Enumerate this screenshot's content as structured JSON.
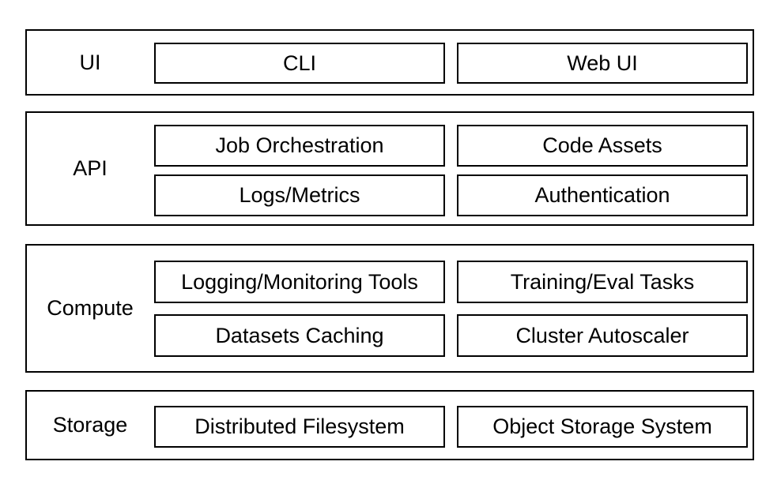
{
  "layers": [
    {
      "label": "UI",
      "boxes": [
        "CLI",
        "Web UI"
      ]
    },
    {
      "label": "API",
      "boxes": [
        "Job Orchestration",
        "Code Assets",
        "Logs/Metrics",
        "Authentication"
      ]
    },
    {
      "label": "Compute",
      "boxes": [
        "Logging/Monitoring Tools",
        "Training/Eval Tasks",
        "Datasets Caching",
        "Cluster Autoscaler"
      ]
    },
    {
      "label": "Storage",
      "boxes": [
        "Distributed Filesystem",
        "Object Storage System"
      ]
    }
  ]
}
